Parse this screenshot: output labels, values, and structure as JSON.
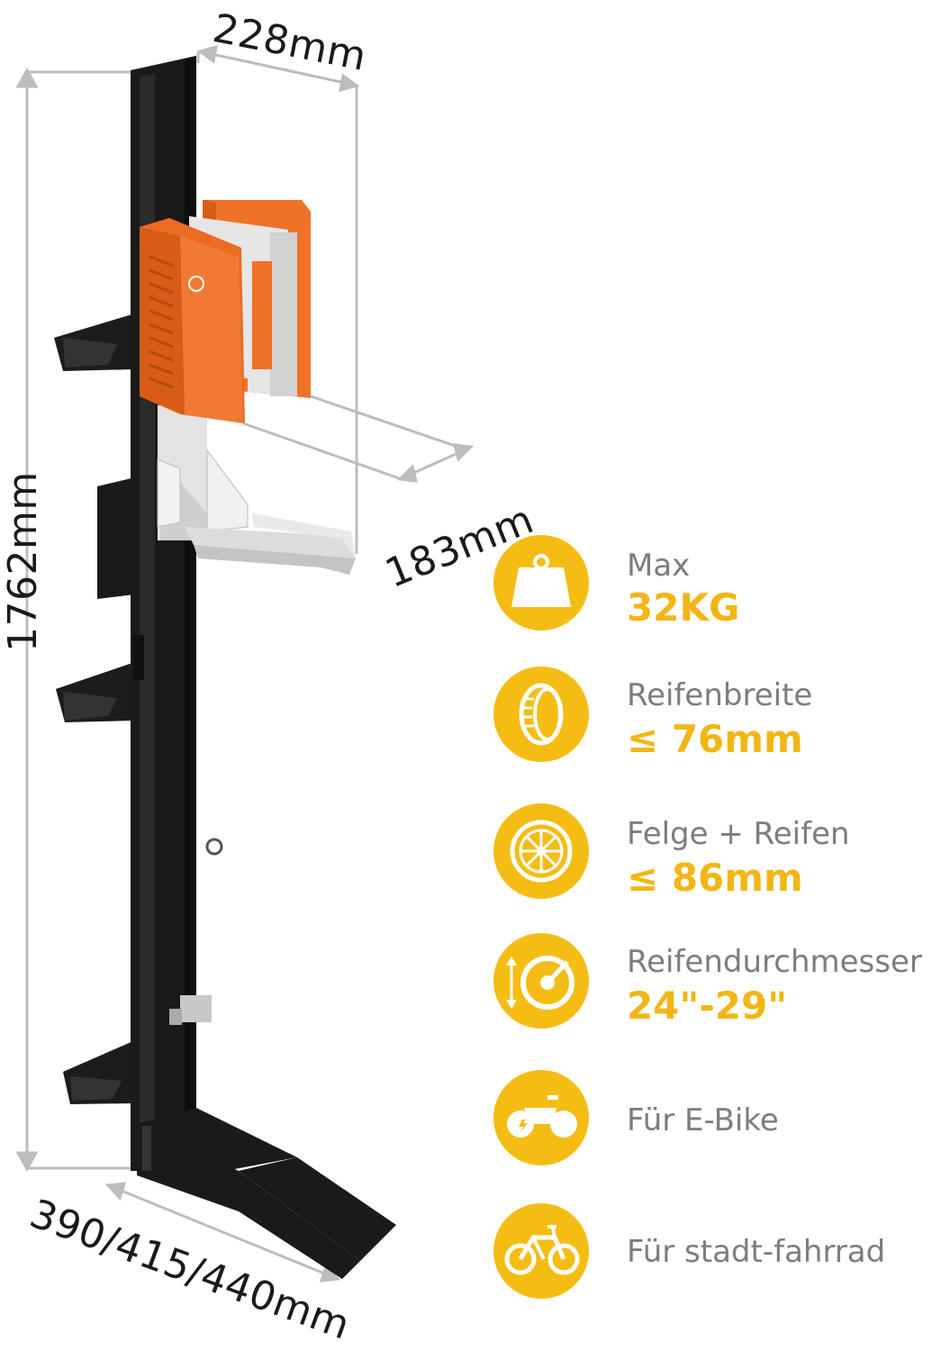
{
  "dimensions": {
    "width_top": "228mm",
    "depth_arm": "183mm",
    "height": "1762mm",
    "base": "390/415/440mm"
  },
  "colors": {
    "accent": "#f5bd14",
    "label_gray": "#7d7d7d",
    "value_yellow": "#f2b615",
    "rack_black": "#1c1c1c",
    "holder_orange": "#ec6a22",
    "dim_line": "#bdbdbd"
  },
  "specs": [
    {
      "icon": "weight-icon",
      "label": "Max",
      "value": "32KG"
    },
    {
      "icon": "tire-width-icon",
      "label": "Reifenbreite",
      "value": "≤ 76mm"
    },
    {
      "icon": "wheel-icon",
      "label": "Felge + Reifen",
      "value": "≤ 86mm"
    },
    {
      "icon": "tire-diameter-icon",
      "label": "Reifendurchmesser",
      "value": "24\"-29\""
    },
    {
      "icon": "e-bike-icon",
      "label": "Für E-Bike",
      "value": ""
    },
    {
      "icon": "city-bike-icon",
      "label": "Für stadt-fahrrad",
      "value": ""
    }
  ]
}
